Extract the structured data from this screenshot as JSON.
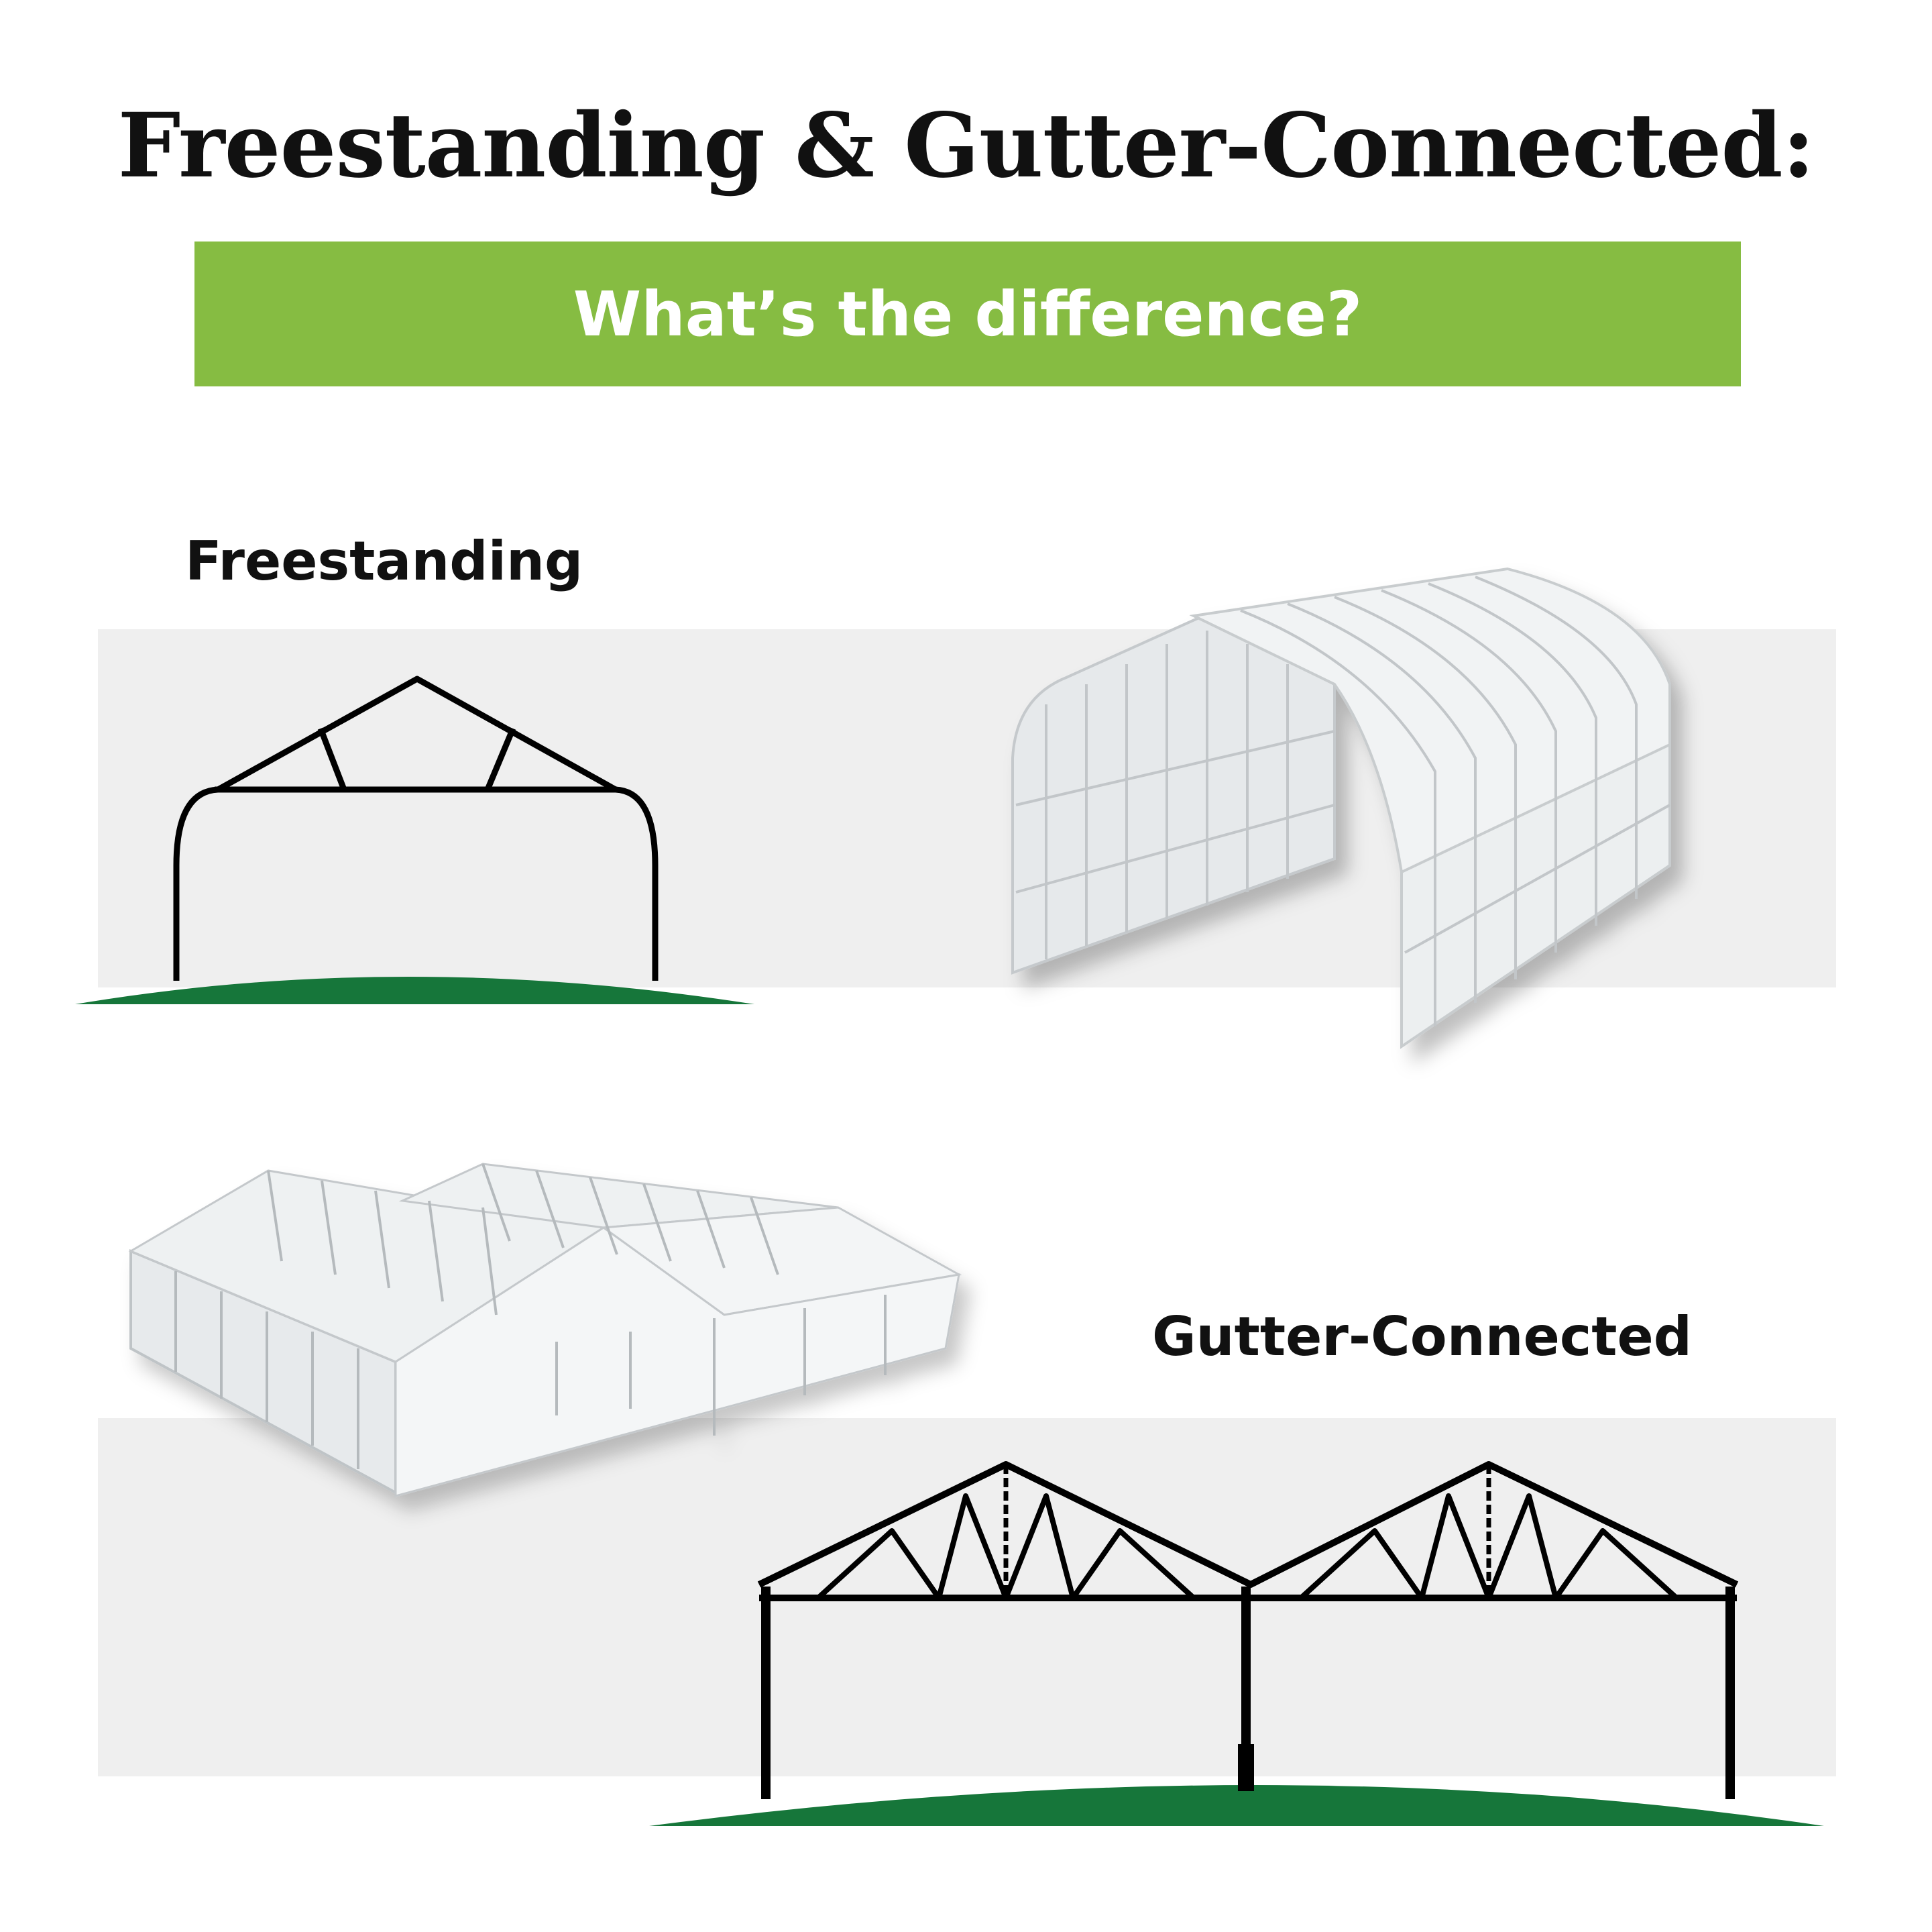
{
  "header": {
    "title": "Freestanding & Gutter-Connected:",
    "subtitle": "What’s the difference?"
  },
  "sections": {
    "freestanding": {
      "label": "Freestanding"
    },
    "gutter_connected": {
      "label": "Gutter-Connected"
    }
  },
  "colors": {
    "banner": "#86bc42",
    "ground": "#16763a",
    "band": "#efefef",
    "frame": "#000000",
    "panel": "#e9ecee"
  },
  "icons": [
    "freestanding-frame-diagram",
    "freestanding-greenhouse-render",
    "gutter-connected-greenhouse-render",
    "gutter-connected-frame-diagram"
  ]
}
